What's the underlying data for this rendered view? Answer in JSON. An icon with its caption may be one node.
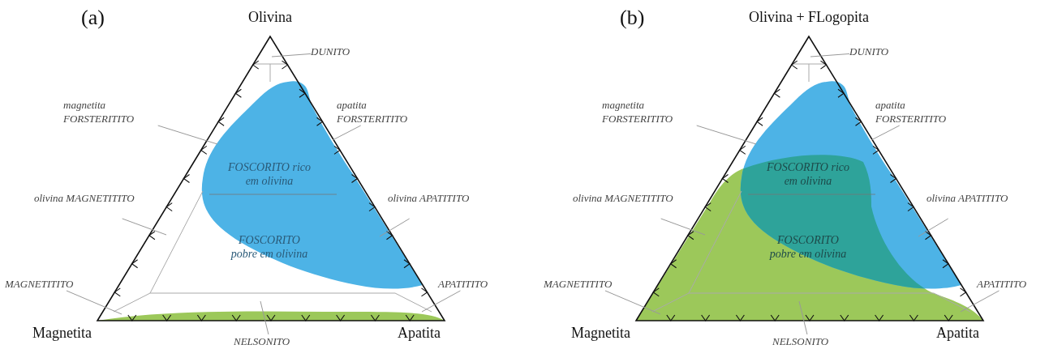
{
  "diagram": {
    "nodes": [
      {
        "text": [
          "DUNITO"
        ]
      },
      {
        "text": [
          "magnetita FORSTERITITO"
        ]
      },
      {
        "text": [
          "apatita FORSTERITITO"
        ]
      },
      {
        "text": [
          "olivina MAGNETITITO"
        ]
      },
      {
        "text": [
          "olivina APATITITO"
        ]
      },
      {
        "text": [
          "MAGNETITITO"
        ]
      },
      {
        "text": [
          "APATITITO"
        ]
      },
      {
        "text": [
          "NELSONITO"
        ]
      },
      {
        "text": [
          "DUNITO"
        ]
      },
      {
        "text": [
          "magnetita FORSTERITITO"
        ]
      },
      {
        "text": [
          "apatita FORSTERITITO"
        ]
      },
      {
        "text": [
          "olivina MAGNETITITO"
        ]
      },
      {
        "text": [
          "olivina APATITITO"
        ]
      },
      {
        "text": [
          "MAGNETITITO"
        ]
      },
      {
        "text": [
          "APATITITO"
        ]
      },
      {
        "text": [
          "NELSONITO"
        ]
      }
    ],
    "edges": [
      {
        "from": 0,
        "to": null,
        "arrow": "none"
      },
      {
        "from": 1,
        "to": null,
        "arrow": "none"
      },
      {
        "from": 2,
        "to": null,
        "arrow": "none"
      },
      {
        "from": 3,
        "to": null,
        "arrow": "none"
      },
      {
        "from": 4,
        "to": null,
        "arrow": "none"
      },
      {
        "from": 5,
        "to": null,
        "arrow": "none"
      },
      {
        "from": 6,
        "to": null,
        "arrow": "none"
      },
      {
        "from": 7,
        "to": null,
        "arrow": "none"
      },
      {
        "from": 8,
        "to": null,
        "arrow": "none"
      },
      {
        "from": 9,
        "to": null,
        "arrow": "none"
      },
      {
        "from": 10,
        "to": null,
        "arrow": "none"
      },
      {
        "from": 11,
        "to": null,
        "arrow": "none"
      },
      {
        "from": 12,
        "to": null,
        "arrow": "none"
      },
      {
        "from": 13,
        "to": null,
        "arrow": "none"
      },
      {
        "from": 14,
        "to": null,
        "arrow": "none"
      },
      {
        "from": 15,
        "to": null,
        "arrow": "none"
      }
    ],
    "labels": [
      "(a)",
      "Olivina",
      "FOSCORITO rico em olivina",
      "FOSCORITO pobre em olivina",
      "Magnetita",
      "Apatita",
      "(b)",
      "Olivina + FLogopita",
      "FOSCORITO rico em olivina",
      "FOSCORITO pobre em olivina",
      "Magnetita",
      "Apatita"
    ]
  }
}
